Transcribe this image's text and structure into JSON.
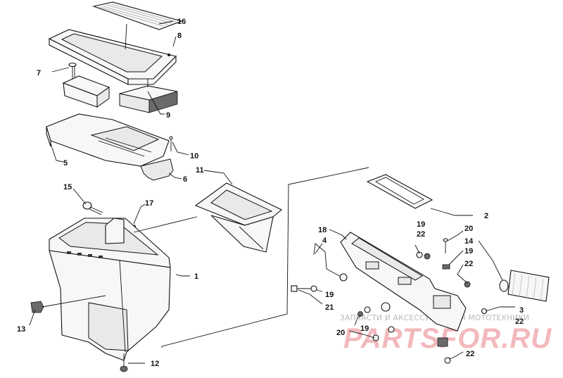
{
  "callouts": [
    {
      "id": "c16",
      "label": "16"
    },
    {
      "id": "c8",
      "label": "8"
    },
    {
      "id": "c7",
      "label": "7"
    },
    {
      "id": "c9",
      "label": "9"
    },
    {
      "id": "c10",
      "label": "10"
    },
    {
      "id": "c5",
      "label": "5"
    },
    {
      "id": "c6",
      "label": "6"
    },
    {
      "id": "c11",
      "label": "11"
    },
    {
      "id": "c15",
      "label": "15"
    },
    {
      "id": "c17",
      "label": "17"
    },
    {
      "id": "c1",
      "label": "1"
    },
    {
      "id": "c13",
      "label": "13"
    },
    {
      "id": "c12",
      "label": "12"
    },
    {
      "id": "c2",
      "label": "2"
    },
    {
      "id": "c18",
      "label": "18"
    },
    {
      "id": "c4",
      "label": "4"
    },
    {
      "id": "c19a",
      "label": "19"
    },
    {
      "id": "c22a",
      "label": "22"
    },
    {
      "id": "c20a",
      "label": "20"
    },
    {
      "id": "c14",
      "label": "14"
    },
    {
      "id": "c19b",
      "label": "19"
    },
    {
      "id": "c22b",
      "label": "22"
    },
    {
      "id": "c19c",
      "label": "19"
    },
    {
      "id": "c21",
      "label": "21"
    },
    {
      "id": "c3",
      "label": "3"
    },
    {
      "id": "c22c",
      "label": "22"
    },
    {
      "id": "c19d",
      "label": "19"
    },
    {
      "id": "c20b",
      "label": "20"
    },
    {
      "id": "c22d",
      "label": "22"
    }
  ],
  "watermark": {
    "tagline": "ЗАПЧАСТИ И АКСЕССУАРЫ ДЛЯ МОТОТЕХНИКИ",
    "logo": "PARTSFOR.RU"
  }
}
